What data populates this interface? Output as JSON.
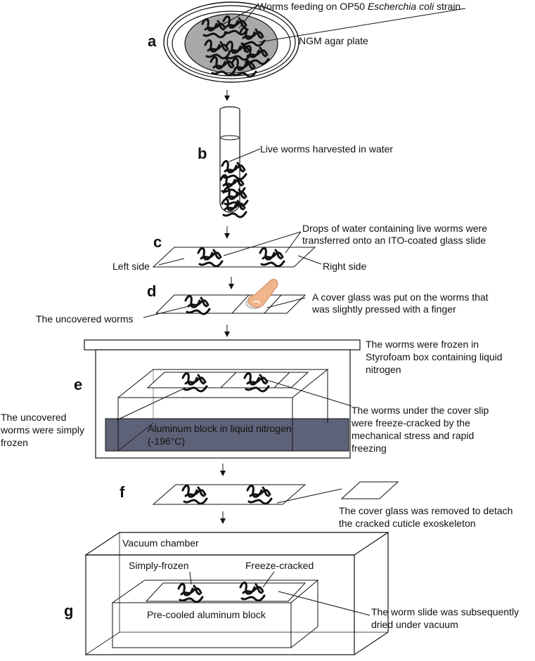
{
  "steps": {
    "a": {
      "letter": "a",
      "worms_label_pre": "Worms feeding on OP50 ",
      "worms_label_italic": "Escherchia coli",
      "worms_label_post": " strain",
      "plate_label": "NGM agar plate"
    },
    "b": {
      "letter": "b",
      "label": "Live worms harvested in water"
    },
    "c": {
      "letter": "c",
      "drops_label_line1": "Drops of water containing live worms were",
      "drops_label_line2": "transferred onto an ITO-coated glass slide",
      "left_label": "Left side",
      "right_label": "Right side"
    },
    "d": {
      "letter": "d",
      "cover_label_line1": "A cover glass was put on the worms that",
      "cover_label_line2": "was slightly pressed with a finger",
      "uncovered_label": "The uncovered worms"
    },
    "e": {
      "letter": "e",
      "frozen_label_line1": "The worms were frozen in",
      "frozen_label_line2": "Styrofoam box containing liquid",
      "frozen_label_line3": "nitrogen",
      "uncovered_label_line1": "The uncovered",
      "uncovered_label_line2": "worms were simply",
      "uncovered_label_line3": "frozen",
      "block_label_line1": "Aluminum block in liquid nitrogen",
      "block_label_line2": "(-196°C)",
      "cracked_label_line1": "The worms under the cover slip",
      "cracked_label_line2": "were freeze-cracked by the",
      "cracked_label_line3": "mechanical stress and rapid",
      "cracked_label_line4": "freezing"
    },
    "f": {
      "letter": "f",
      "removed_label_line1": "The cover glass was removed to detach",
      "removed_label_line2": "the cracked cuticle exoskeleton"
    },
    "g": {
      "letter": "g",
      "chamber_label": "Vacuum chamber",
      "simply_label": "Simply-frozen",
      "cracked_label": "Freeze-cracked",
      "block_label": "Pre-cooled aluminum block",
      "dried_label_line1": "The worm slide was subsequently",
      "dried_label_line2": "dried under vacuum"
    }
  },
  "colors": {
    "agar": "#a9a9a9",
    "nitrogen": "#5e6278",
    "finger": "#f0b48a",
    "stroke": "#111111"
  }
}
